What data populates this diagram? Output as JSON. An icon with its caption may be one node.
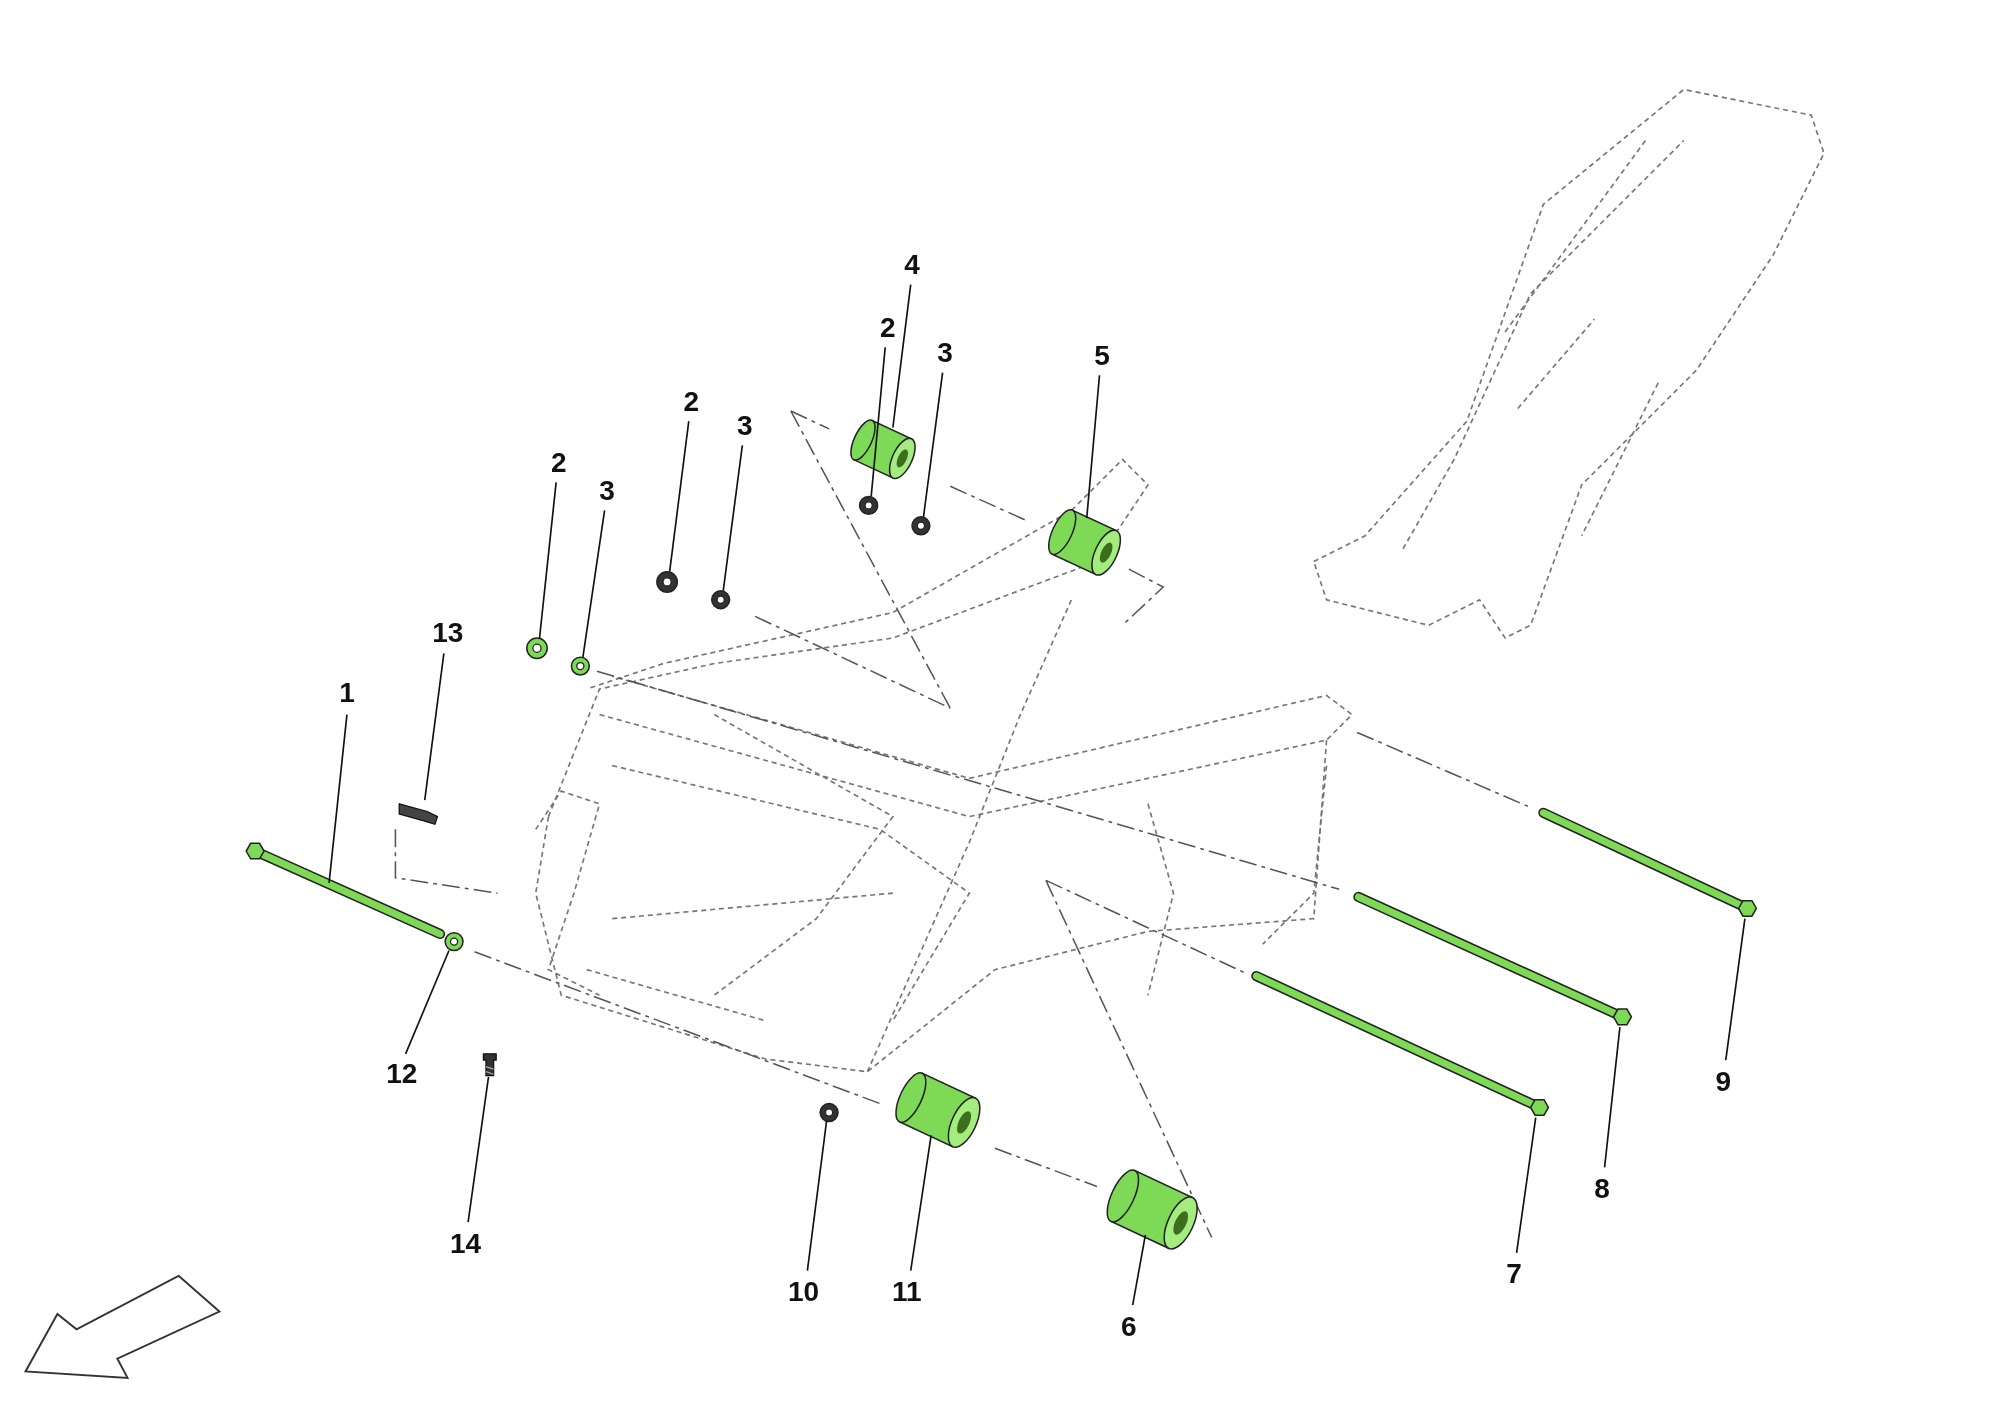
{
  "diagram": {
    "nodes": [
      {
        "text": [
          "1"
        ]
      },
      {
        "text": [],
        "shape": "picture"
      },
      {
        "text": [
          "13"
        ]
      },
      {
        "text": [],
        "shape": "picture"
      },
      {
        "text": [
          "2"
        ]
      },
      {
        "text": [],
        "shape": "picture"
      },
      {
        "text": [
          "3"
        ]
      },
      {
        "text": [],
        "shape": "picture"
      },
      {
        "text": [
          "2"
        ]
      },
      {
        "text": [],
        "shape": "picture"
      },
      {
        "text": [
          "3"
        ]
      },
      {
        "text": [],
        "shape": "picture"
      },
      {
        "text": [
          "2"
        ]
      },
      {
        "text": [],
        "shape": "picture"
      },
      {
        "text": [
          "4"
        ]
      },
      {
        "text": [],
        "shape": "picture"
      },
      {
        "text": [
          "3"
        ]
      },
      {
        "text": [],
        "shape": "picture"
      },
      {
        "text": [
          "5"
        ]
      },
      {
        "text": [],
        "shape": "picture"
      },
      {
        "text": [
          "12"
        ]
      },
      {
        "text": [],
        "shape": "picture"
      },
      {
        "text": [
          "14"
        ]
      },
      {
        "text": [],
        "shape": "picture"
      },
      {
        "text": [
          "10"
        ]
      },
      {
        "text": [],
        "shape": "picture"
      },
      {
        "text": [
          "11"
        ]
      },
      {
        "text": [],
        "shape": "picture"
      },
      {
        "text": [
          "6"
        ]
      },
      {
        "text": [],
        "shape": "picture"
      },
      {
        "text": [
          "7"
        ]
      },
      {
        "text": [],
        "shape": "picture"
      },
      {
        "text": [
          "8"
        ]
      },
      {
        "text": [],
        "shape": "picture"
      },
      {
        "text": [
          "9"
        ]
      },
      {
        "text": [],
        "shape": "picture"
      }
    ],
    "edges": [
      {
        "from": 0,
        "to": 1,
        "arrow": "none"
      },
      {
        "from": 2,
        "to": 3,
        "arrow": "none"
      },
      {
        "from": 4,
        "to": 5,
        "arrow": "none"
      },
      {
        "from": 6,
        "to": 7,
        "arrow": "none"
      },
      {
        "from": 8,
        "to": 9,
        "arrow": "none"
      },
      {
        "from": 10,
        "to": 11,
        "arrow": "none"
      },
      {
        "from": 12,
        "to": 13,
        "arrow": "none"
      },
      {
        "from": 14,
        "to": 15,
        "arrow": "none"
      },
      {
        "from": 16,
        "to": 17,
        "arrow": "none"
      },
      {
        "from": 18,
        "to": 19,
        "arrow": "none"
      },
      {
        "from": 20,
        "to": 21,
        "arrow": "none"
      },
      {
        "from": 22,
        "to": 23,
        "arrow": "none"
      },
      {
        "from": 24,
        "to": 25,
        "arrow": "none"
      },
      {
        "from": 26,
        "to": 27,
        "arrow": "none"
      },
      {
        "from": 28,
        "to": 29,
        "arrow": "none"
      },
      {
        "from": 30,
        "to": 31,
        "arrow": "none"
      },
      {
        "from": 32,
        "to": 33,
        "arrow": "none"
      },
      {
        "from": 34,
        "to": 35,
        "arrow": "none"
      }
    ]
  }
}
